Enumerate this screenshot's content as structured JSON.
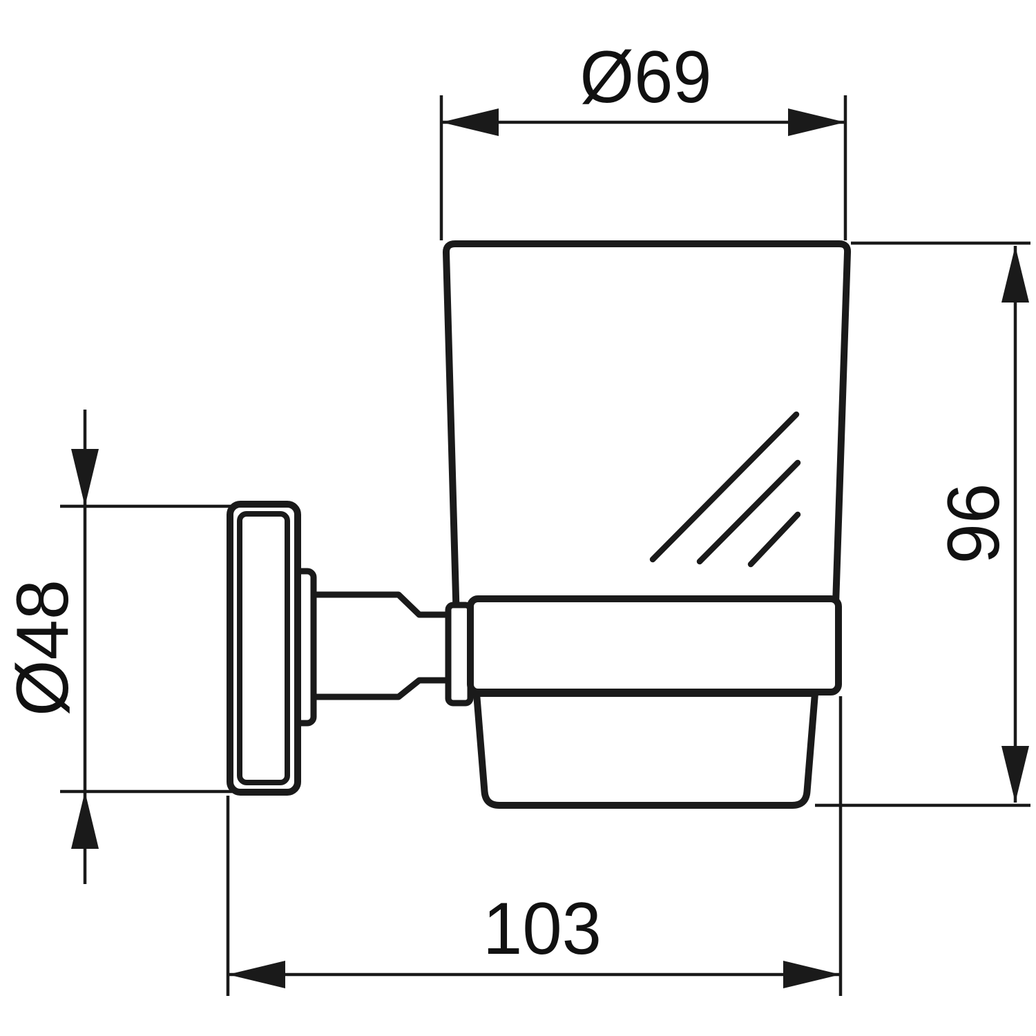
{
  "drawing": {
    "background_color": "#ffffff",
    "line_color": "#1a1a1a",
    "labels": {
      "cup_diameter": "Ø69",
      "plate_diameter": "Ø48",
      "height": "96",
      "depth": "103"
    }
  }
}
